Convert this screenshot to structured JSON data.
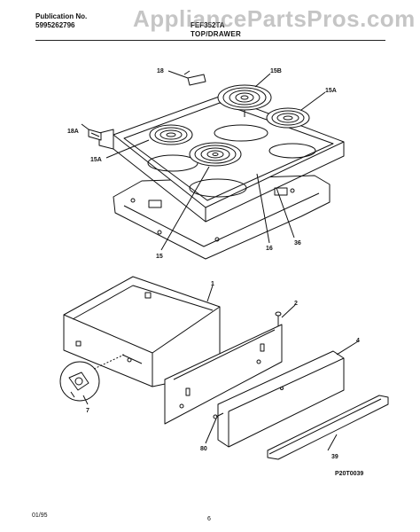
{
  "header": {
    "publication_label": "Publication No.",
    "publication_number": "5995262796",
    "model": "FEF352TA",
    "section_title": "TOP/DRAWER"
  },
  "watermark": "AppliancePartsPros.com",
  "callouts": {
    "c18": "18",
    "c15B": "15B",
    "c15A_right": "15A",
    "c18A": "18A",
    "c15A_left": "15A",
    "c15": "15",
    "c16": "16",
    "c36": "36",
    "c1": "1",
    "c2": "2",
    "c4": "4",
    "c7": "7",
    "c80": "80",
    "c39": "39"
  },
  "drawing_code": "P20T0039",
  "footer": {
    "date": "01/95",
    "page": "6"
  }
}
